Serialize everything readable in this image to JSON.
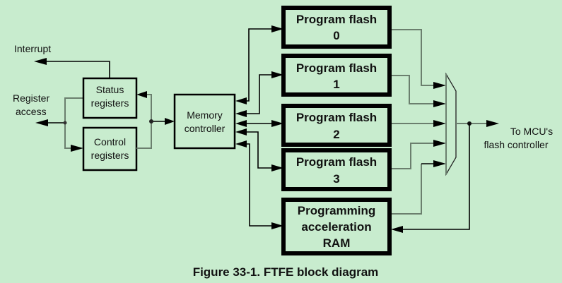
{
  "figure": {
    "caption": "Figure 33-1. FTFE block diagram",
    "background_color": "#c8ecce"
  },
  "signals": {
    "interrupt": "Interrupt",
    "register_access_line1": "Register",
    "register_access_line2": "access",
    "mcu_line1": "To MCU's",
    "mcu_line2": "flash controller"
  },
  "blocks": {
    "status_registers": [
      "Status",
      "registers"
    ],
    "control_registers": [
      "Control",
      "registers"
    ],
    "memory_controller": [
      "Memory",
      "controller"
    ],
    "program_flash": [
      [
        "Program flash",
        "0"
      ],
      [
        "Program flash",
        "1"
      ],
      [
        "Program flash",
        "2"
      ],
      [
        "Program flash",
        "3"
      ]
    ],
    "programming_acceleration_ram": [
      "Programming",
      "acceleration",
      "RAM"
    ]
  },
  "mux": {
    "label": "",
    "inputs": 5
  }
}
